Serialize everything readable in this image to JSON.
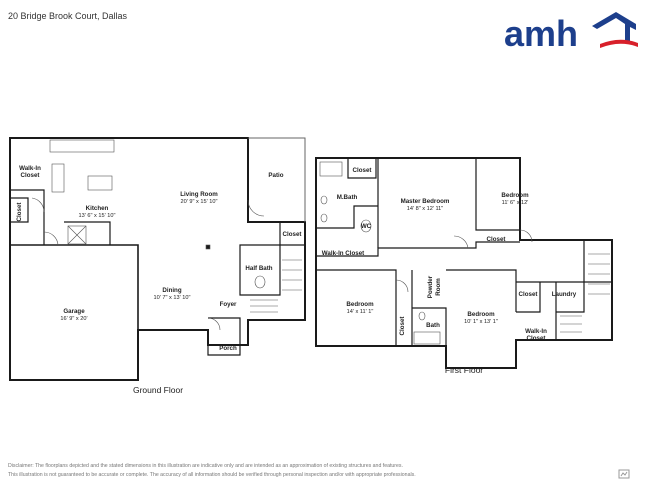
{
  "address": "20 Bridge Brook Court, Dallas",
  "logo": {
    "text": "amh"
  },
  "floors": {
    "ground": {
      "label": "Ground Floor",
      "rooms": {
        "walkin_closet": "Walk-In\nCloset",
        "kitchen": {
          "name": "Kitchen",
          "dim": "13' 6\" x 15' 10\""
        },
        "living_room": {
          "name": "Living Room",
          "dim": "20' 9\" x 15' 10\""
        },
        "patio": "Patio",
        "closet_left": "Closet",
        "closet_right": "Closet",
        "half_bath": "Half Bath",
        "dining": {
          "name": "Dining",
          "dim": "10' 7\" x 13' 10\""
        },
        "garage": {
          "name": "Garage",
          "dim": "16' 9\" x 20'"
        },
        "foyer": "Foyer",
        "porch": "Porch"
      }
    },
    "first": {
      "label": "First Floor",
      "rooms": {
        "closet_mbath": "Closet",
        "mbath": "M.Bath",
        "wc": "WC",
        "walkin_closet": "Walk-In Closet",
        "master_bedroom": {
          "name": "Master Bedroom",
          "dim": "14' 8\" x 12' 11\""
        },
        "bedroom_ne": {
          "name": "Bedroom",
          "dim": "11' 6\" x 12'"
        },
        "closet_ne": "Closet",
        "bedroom_w": {
          "name": "Bedroom",
          "dim": "14' x 11' 1\""
        },
        "powder_room": "Powder\nRoom",
        "closet_w": "Closet",
        "bath": "Bath",
        "bedroom_s": {
          "name": "Bedroom",
          "dim": "10' 1\" x 13' 1\""
        },
        "closet_e": "Closet",
        "laundry": "Laundry",
        "walkin_closet_e": "Walk-In\nCloset"
      }
    }
  },
  "disclaimer": {
    "line1": "Disclaimer: The floorplans depicted and the stated dimensions in this illustration are indicative only and are intended as an approximation of existing structures and features.",
    "line2": "This illustration is not guaranteed to be accurate or complete. The accuracy of all information should be verified through personal inspection and/or with appropriate professionals."
  },
  "colors": {
    "brand_blue": "#1d3f8c",
    "brand_red": "#d8202a",
    "wall": "#1a1a1a"
  },
  "icons": [
    "amh-house-logo-icon",
    "plan-viewer-icon"
  ]
}
